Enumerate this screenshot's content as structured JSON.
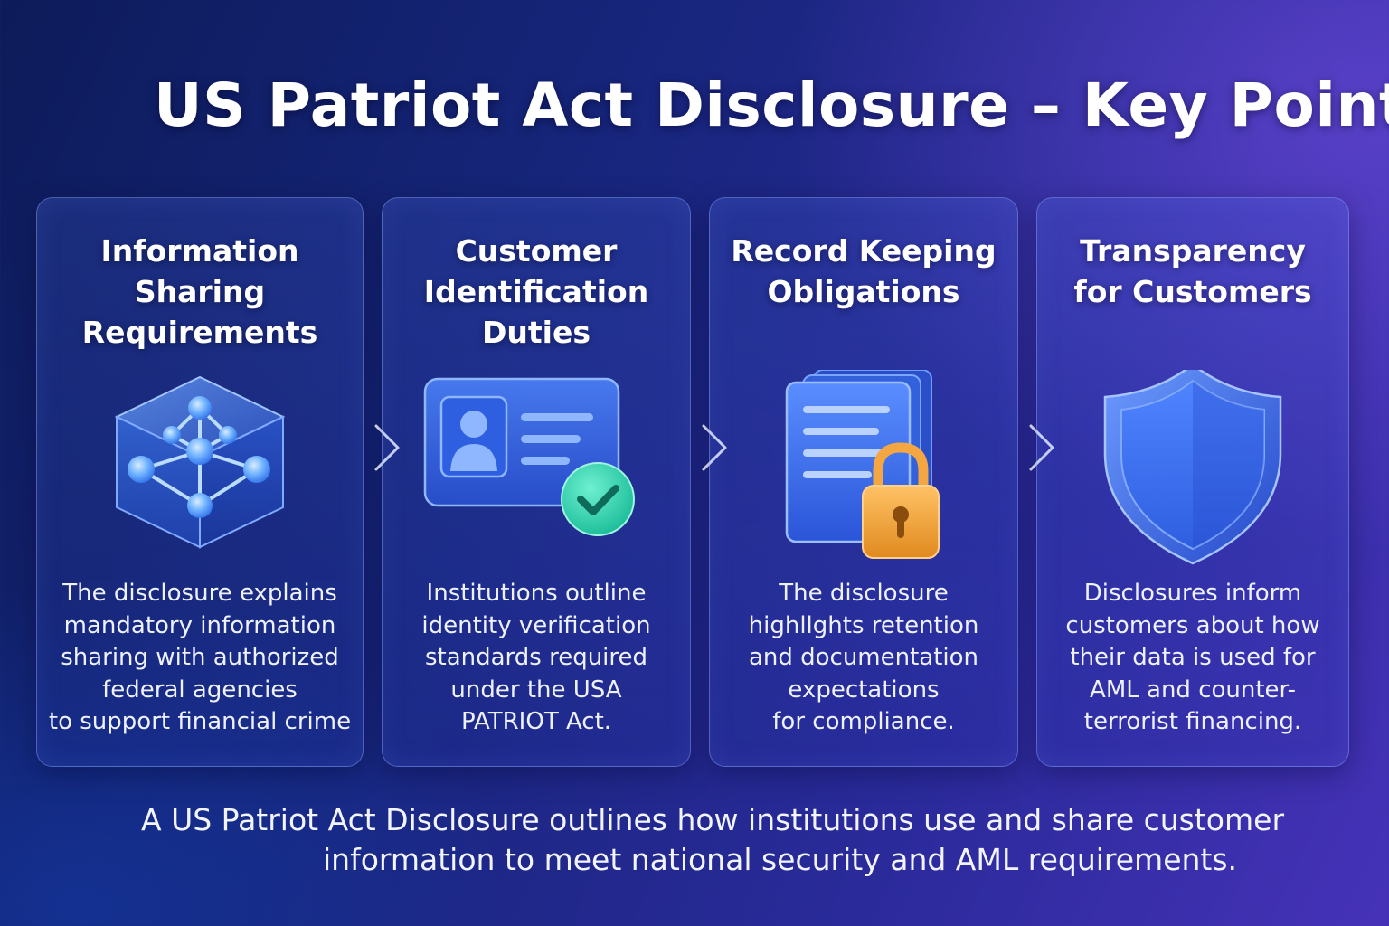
{
  "title": "US Patriot Act Disclosure – Key Points",
  "cards": [
    {
      "title_lines": [
        "Information",
        "Sharing",
        "Requirements"
      ],
      "icon": "network-cube-icon",
      "text_lines": [
        "The disclosure explains",
        "mandatory information",
        "sharing with authorized",
        "federal agencies",
        "to support financial crime"
      ]
    },
    {
      "title_lines": [
        "Customer",
        "Identification",
        "Duties"
      ],
      "icon": "id-card-check-icon",
      "text_lines": [
        "Institutions outline",
        "identity verification",
        "standards required",
        "under the USA",
        "PATRIOT Act."
      ]
    },
    {
      "title_lines": [
        "Record Keeping",
        "Obligations"
      ],
      "icon": "document-lock-icon",
      "text_lines": [
        "The disclosure",
        "highllghts retention",
        "and documentation",
        "expectations",
        "for compliance."
      ]
    },
    {
      "title_lines": [
        "Transparency",
        "for Customers"
      ],
      "icon": "shield-icon",
      "text_lines": [
        "Disclosures inform",
        "customers about how",
        "their data is used for",
        "AML and counter-",
        "terrorist financing."
      ]
    }
  ],
  "footer": {
    "line1": "A US Patriot Act Disclosure outlines how institutions use and share customer",
    "line2": "information to meet national security and AML requirements."
  },
  "colors": {
    "background_start": "#0d1b5a",
    "background_end": "#4632b8",
    "icon_blue": "#3d7bff",
    "check_teal": "#2fd3b0",
    "lock_orange": "#f0a030"
  }
}
